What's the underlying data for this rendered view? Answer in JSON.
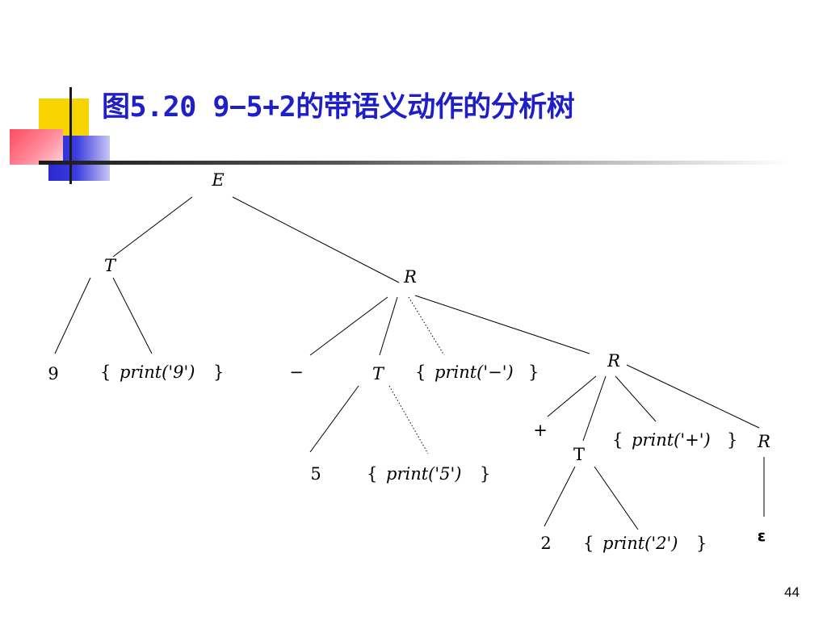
{
  "title": "图5.20   9−5+2的带语义动作的分析树",
  "page_number": "44",
  "colors": {
    "title": "#1f1fc8",
    "accent_yellow": "#f7d400",
    "accent_blue": "#2a2ad0",
    "accent_red": "#ff4a60"
  },
  "tree": {
    "nodes": {
      "E": "E",
      "T1": "T",
      "R1": "R",
      "n9": "9",
      "act9": "print('9')",
      "minus": "−",
      "T2": "T",
      "actMinus": "print('−')",
      "R2": "R",
      "n5": "5",
      "act5": "print('5')",
      "plus": "+",
      "T3": "T",
      "actPlus": "print('+')",
      "R3": "R",
      "n2": "2",
      "act2": "print('2')",
      "eps": "ε"
    },
    "action_open": "{",
    "action_close": "}"
  }
}
